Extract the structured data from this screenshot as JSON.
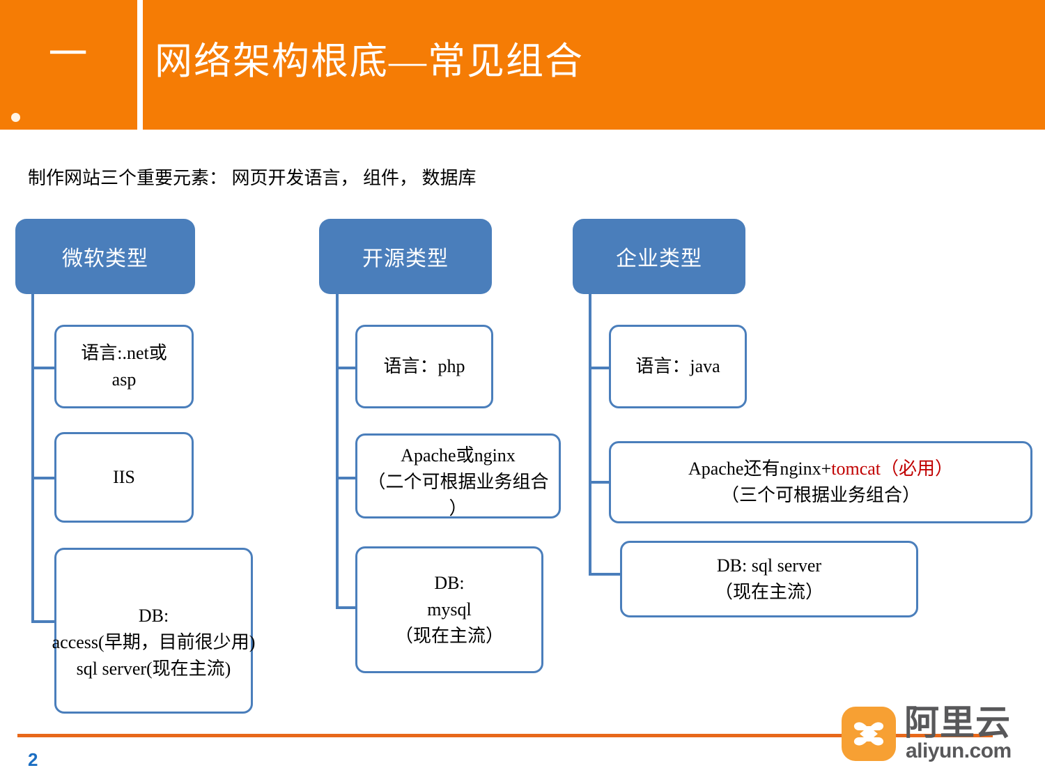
{
  "header": {
    "index": "一",
    "title": "网络架构根底—常见组合",
    "orange": "#F57C05"
  },
  "subtitle": "制作网站三个重要元素： 网页开发语言， 组件， 数据库",
  "columns": [
    {
      "title": "微软类型",
      "nodes": [
        {
          "text": "语言:.net或\nasp"
        },
        {
          "text": "IIS"
        },
        {
          "text": "DB:\naccess(早期，目前很少用)\nsql server(现在主流)"
        }
      ]
    },
    {
      "title": "开源类型",
      "nodes": [
        {
          "text": "语言：php"
        },
        {
          "text": "Apache或nginx\n（二个可根据业务组合\n）"
        },
        {
          "text": "DB:\nmysql\n（现在主流）"
        }
      ]
    },
    {
      "title": "企业类型",
      "nodes": [
        {
          "text": "语言：java"
        },
        {
          "text_plain": "Apache还有nginx+",
          "text_red": "tomcat（必用）",
          "text_line2": "（三个可根据业务组合）"
        },
        {
          "text": "DB:   sql server\n（现在主流）"
        }
      ]
    }
  ],
  "footer": {
    "page_number": "2",
    "rule_color": "#E8681A",
    "logo": {
      "name_cn": "阿里云",
      "name_en": "aliyun.com",
      "mark_color": "#F7A033",
      "text_color": "#58585A"
    }
  },
  "colors": {
    "box_blue": "#4A7EBB",
    "accent_red": "#C00000",
    "page_number_blue": "#1B6EC2"
  }
}
